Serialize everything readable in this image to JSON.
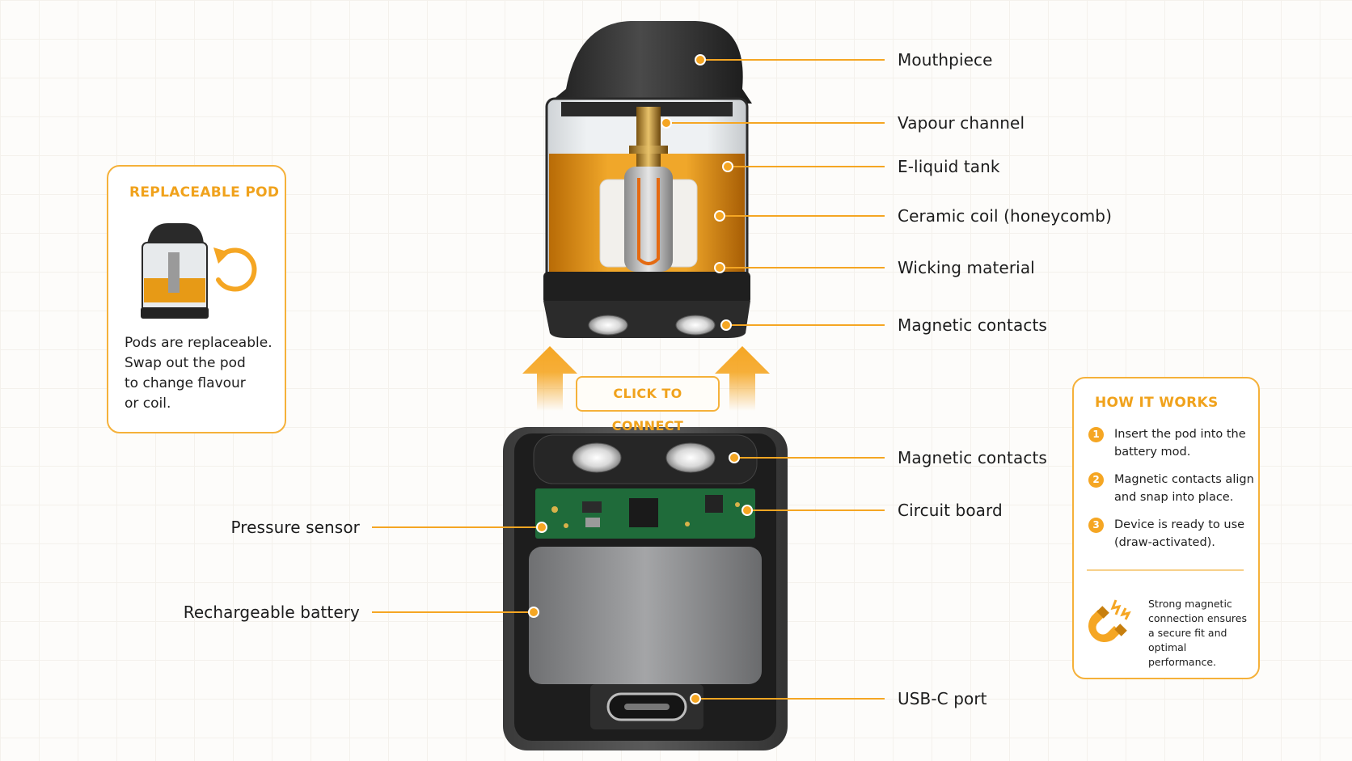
{
  "labels_right": [
    {
      "id": "mouthpiece",
      "text": "Mouthpiece"
    },
    {
      "id": "vapour-channel",
      "text": "Vapour channel"
    },
    {
      "id": "e-liquid-tank",
      "text": "E-liquid tank"
    },
    {
      "id": "ceramic-coil",
      "text": "Ceramic coil (honeycomb)"
    },
    {
      "id": "wicking-material",
      "text": "Wicking material"
    },
    {
      "id": "pod-magnetic-contacts",
      "text": "Magnetic contacts"
    },
    {
      "id": "mod-magnetic-contacts",
      "text": "Magnetic contacts"
    },
    {
      "id": "circuit-board",
      "text": "Circuit board"
    },
    {
      "id": "usb-c-port",
      "text": "USB-C port"
    }
  ],
  "labels_left": [
    {
      "id": "pressure-sensor",
      "text": "Pressure sensor"
    },
    {
      "id": "rechargeable-battery",
      "text": "Rechargeable battery"
    }
  ],
  "replaceable_pod": {
    "title": "REPLACEABLE POD",
    "lines": [
      "Pods are replaceable.",
      "Swap out the pod",
      "to change flavour",
      "or coil."
    ]
  },
  "connect_button": "CLICK TO CONNECT",
  "how_it_works": {
    "title": "HOW IT WORKS",
    "steps": [
      {
        "num": "1",
        "lines": [
          "Insert the pod into the",
          "battery mod."
        ]
      },
      {
        "num": "2",
        "lines": [
          "Magnetic contacts align",
          "and snap into place."
        ]
      },
      {
        "num": "3",
        "lines": [
          "Device is ready to use",
          "(draw-activated)."
        ]
      }
    ],
    "note_lines": [
      "Strong magnetic",
      "connection ensures",
      "a secure fit and",
      "optimal performance."
    ]
  },
  "colors": {
    "accent": "#f5a623",
    "accent_text": "#f0a21c",
    "device": "#2b2b2b",
    "liquid": "#e79a16"
  }
}
